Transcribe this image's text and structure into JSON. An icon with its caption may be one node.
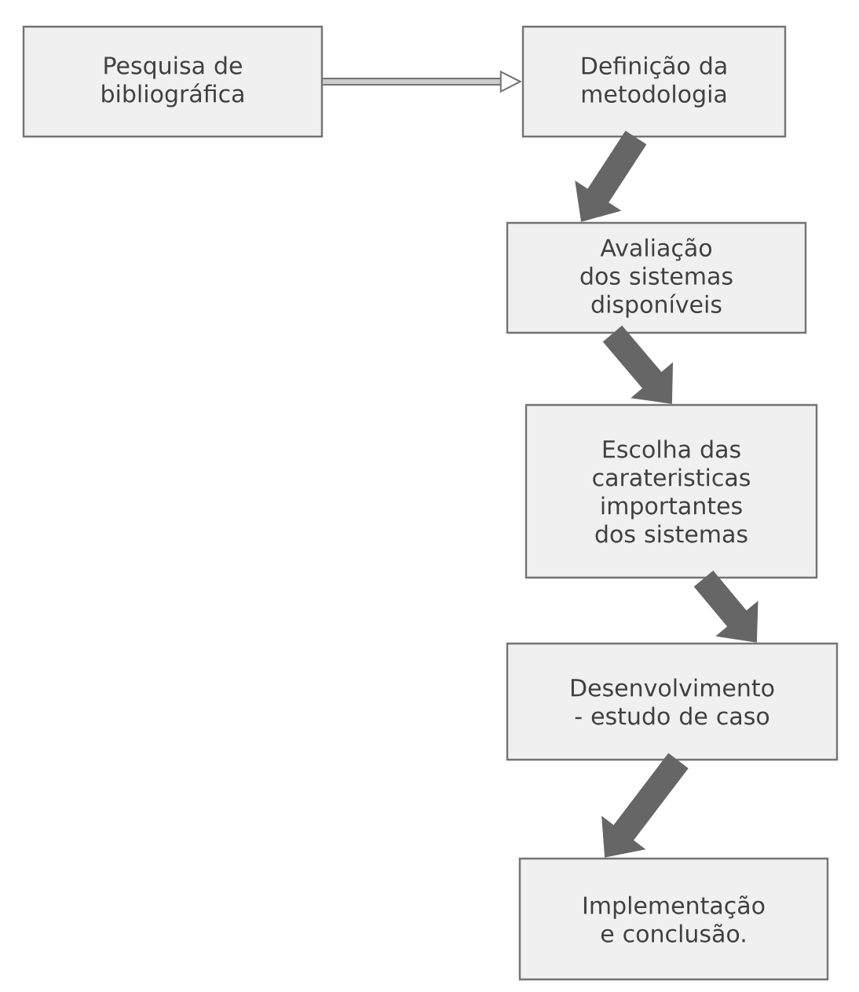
{
  "diagram": {
    "nodes": [
      {
        "text": [
          "Pesquisa de bibliográfica"
        ]
      },
      {
        "text": [
          "Definição da metodologia"
        ]
      },
      {
        "text": [
          "Avaliação dos sistemas disponíveis"
        ]
      },
      {
        "text": [
          "Escolha das carateristicas importantes dos sistemas"
        ]
      },
      {
        "text": [
          "Desenvolvimento - estudo de caso"
        ]
      },
      {
        "text": [
          "Implementação e conclusão."
        ]
      }
    ],
    "edges": [
      {
        "from": 0,
        "to": 1,
        "arrow": "to"
      },
      {
        "from": 1,
        "to": 2,
        "arrow": "to"
      },
      {
        "from": 2,
        "to": 3,
        "arrow": "to"
      },
      {
        "from": 3,
        "to": 4,
        "arrow": "to"
      },
      {
        "from": 4,
        "to": 5,
        "arrow": "to"
      }
    ]
  }
}
